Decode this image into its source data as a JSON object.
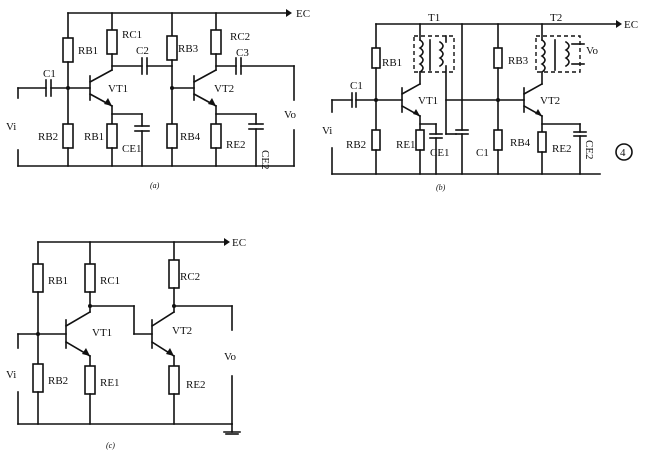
{
  "diagram_a": {
    "label_ec": "EC",
    "label_vi": "Vi",
    "label_vo": "Vo",
    "rb1": "RB1",
    "rc1": "RC1",
    "c2": "C2",
    "rb3": "RB3",
    "rc2": "RC2",
    "c3": "C3",
    "c1": "C1",
    "vt1": "VT1",
    "vt2": "VT2",
    "rb2": "RB2",
    "re1": "RB1",
    "ce1": "CE1",
    "rb4": "RB4",
    "re2": "RE2",
    "ce2": "CE2",
    "caption": "(a)"
  },
  "diagram_b": {
    "label_ec": "EC",
    "t1": "T1",
    "t2": "T2",
    "rb1": "RB1",
    "rb3": "RB3",
    "vo": "Vo",
    "c1": "C1",
    "vt1": "VT1",
    "vt2": "VT2",
    "vi": "Vi",
    "rb2": "RB2",
    "re1": "RE1",
    "ce1": "CE1",
    "c1b": "C1",
    "rb4": "RB4",
    "re2": "RE2",
    "ce2": "CE2",
    "caption": "(b)",
    "figure_number": "4"
  },
  "diagram_c": {
    "label_ec": "EC",
    "rb1": "RB1",
    "rc1": "RC1",
    "rc2": "RC2",
    "vt1": "VT1",
    "vt2": "VT2",
    "vi": "Vi",
    "vo": "Vo",
    "rb2": "RB2",
    "re1": "RE1",
    "re2": "RE2",
    "caption": "(c)"
  }
}
